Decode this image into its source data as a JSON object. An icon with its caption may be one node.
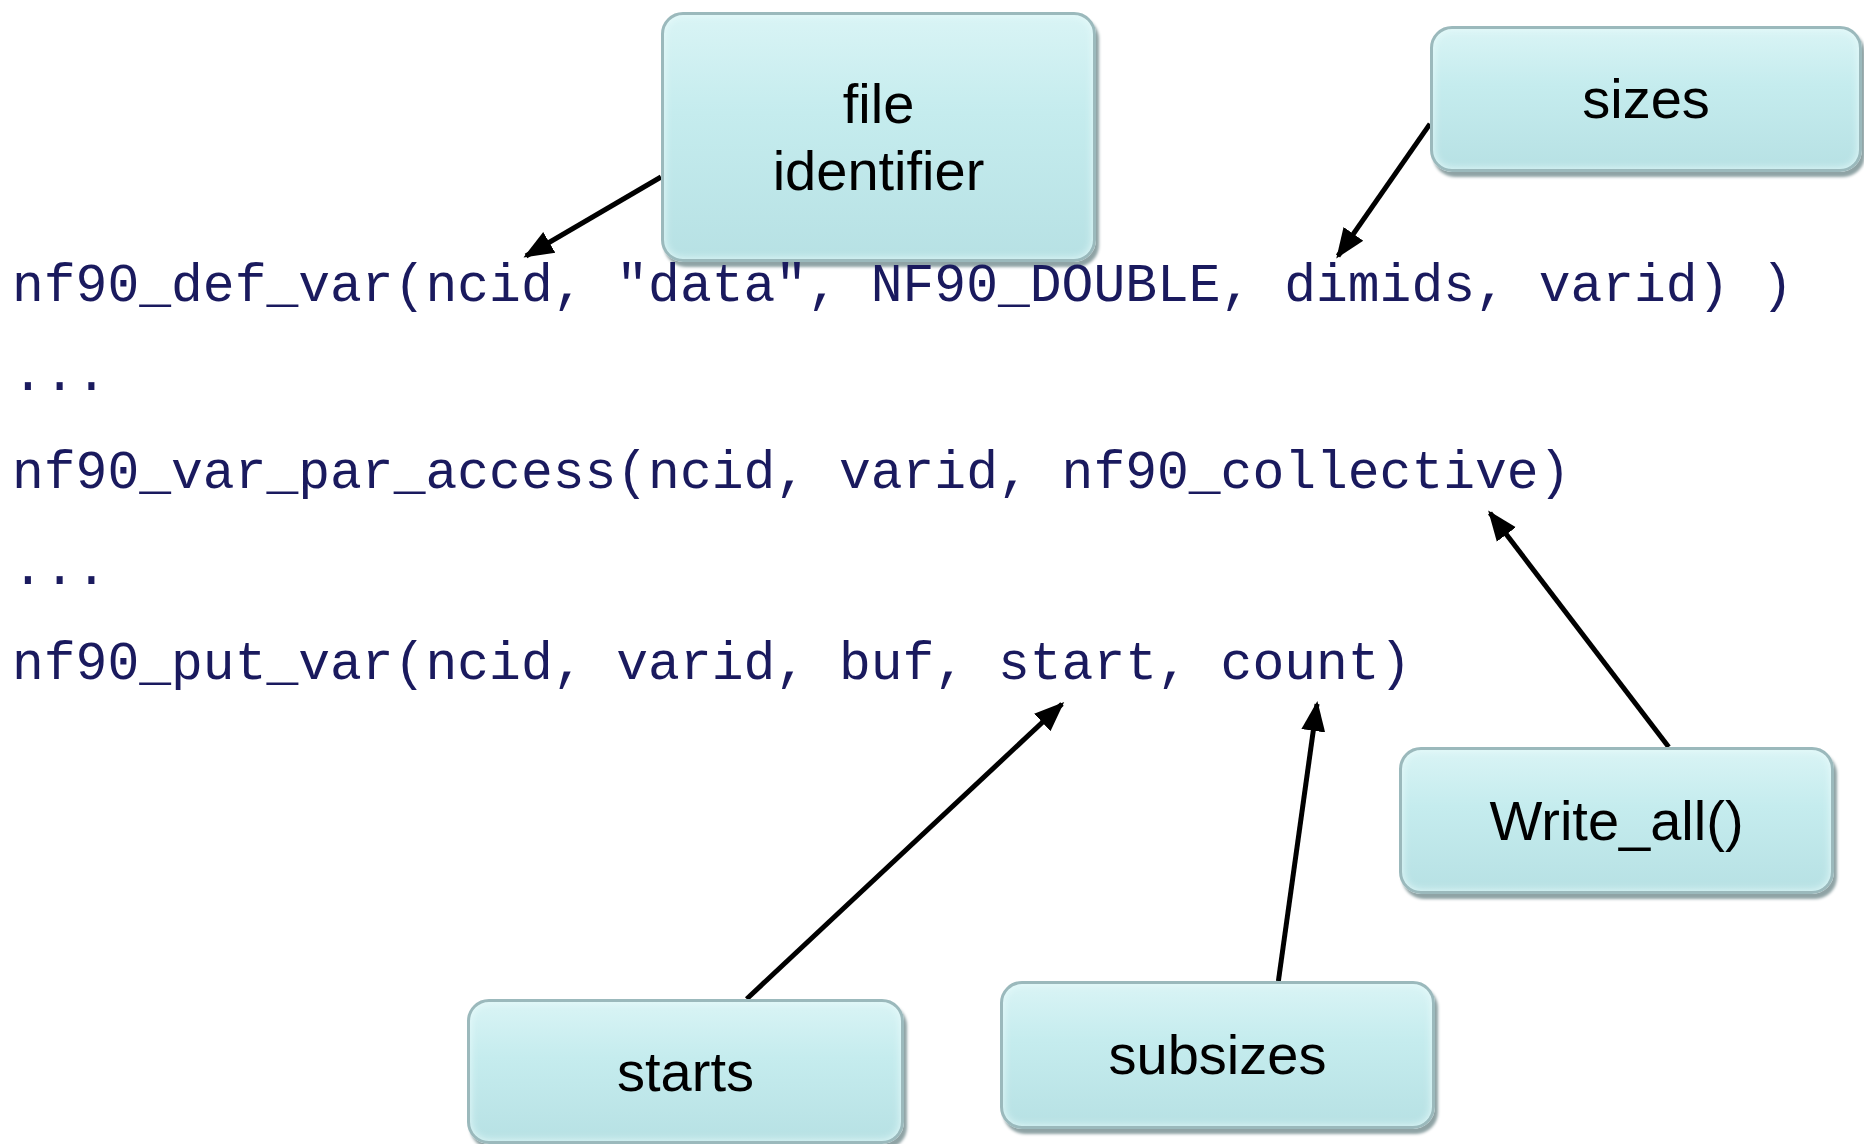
{
  "diagram": {
    "nodes": [
      {
        "text": [
          "file identifier"
        ]
      },
      {
        "text": [
          "sizes"
        ]
      },
      {
        "text": [
          "nf90_def_var(ncid, \"data\", NF90_DOUBLE, dimids, varid) )"
        ]
      },
      {
        "text": [
          "nf90_var_par_access(ncid, varid, nf90_collective)"
        ]
      },
      {
        "text": [
          "nf90_put_var(ncid, varid, buf, start, count)"
        ]
      },
      {
        "text": [
          "Write_all()"
        ]
      },
      {
        "text": [
          "starts"
        ]
      },
      {
        "text": [
          "subsizes"
        ]
      }
    ],
    "edges": [
      {
        "from": 0,
        "to": 2,
        "arrow": "to"
      },
      {
        "from": 1,
        "to": 2,
        "arrow": "to"
      },
      {
        "from": 5,
        "to": 3,
        "arrow": "to"
      },
      {
        "from": 6,
        "to": 4,
        "arrow": "to"
      },
      {
        "from": 7,
        "to": 4,
        "arrow": "to"
      }
    ],
    "labels": [
      "...",
      "..."
    ]
  }
}
